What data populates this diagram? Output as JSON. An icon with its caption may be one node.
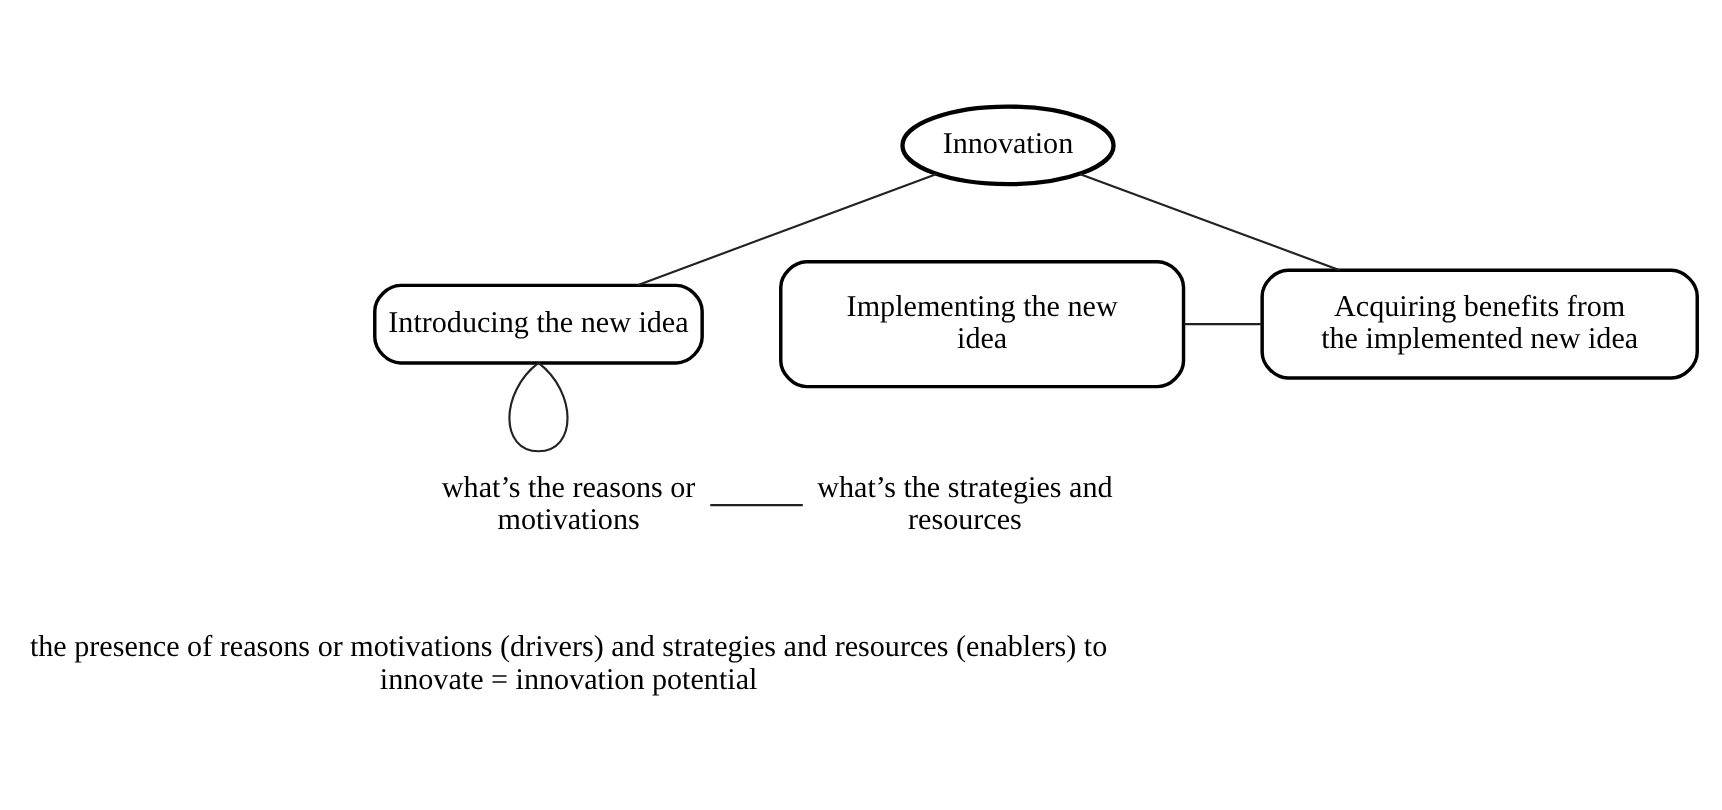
{
  "diagram": {
    "nodes": [
      {
        "text": [
          "Innovation"
        ]
      },
      {
        "text": [
          "Introducing the new idea"
        ]
      },
      {
        "text": [
          "Implementing the new idea"
        ]
      },
      {
        "text": [
          "Acquiring benefits from the implemented new idea"
        ]
      },
      {
        "text": [
          "what’s the reasons or motivations"
        ]
      },
      {
        "text": [
          "what’s the strategies and resources"
        ]
      }
    ],
    "edges": [
      {
        "from": 0,
        "to": 1,
        "arrow": "none"
      },
      {
        "from": 0,
        "to": 3,
        "arrow": "none"
      },
      {
        "from": 1,
        "to": 1,
        "arrow": "none"
      },
      {
        "from": 2,
        "to": 3,
        "arrow": "none"
      },
      {
        "from": 4,
        "to": 5,
        "arrow": "none"
      }
    ],
    "labels": [
      "the presence of reasons or motivations (drivers) and strategies and resources (enablers) to innovate = innovation potential"
    ]
  }
}
